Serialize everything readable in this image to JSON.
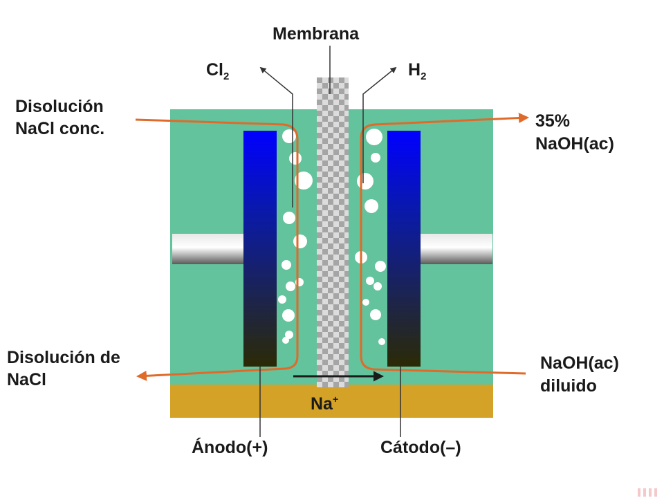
{
  "labels": {
    "membrane": "Membrana",
    "cl2": "Cl",
    "cl2_sub": "2",
    "h2": "H",
    "h2_sub": "2",
    "nacl_in_line1": "Disolución",
    "nacl_in_line2": "NaCl conc.",
    "naoh_out_line1": "35%",
    "naoh_out_line2": "NaOH(ac)",
    "nacl_out_line1": "Disolución de",
    "nacl_out_line2": "NaCl",
    "naoh_in_line1": "NaOH(ac)",
    "naoh_in_line2": "diluido",
    "na_ion": "Na",
    "na_ion_sup": "+",
    "anode": "Ánodo(+)",
    "cathode": "Cátodo(–)"
  },
  "colors": {
    "electrolyte": "#62c39c",
    "base_plate": "#d3a227",
    "flow_line": "#e06a2a",
    "electrode_top": "#0000ff",
    "electrode_bottom": "#2b2a05",
    "membrane_light": "#dcdcdc",
    "membrane_dark": "#a5a5a5",
    "text": "#1a1a1a"
  }
}
